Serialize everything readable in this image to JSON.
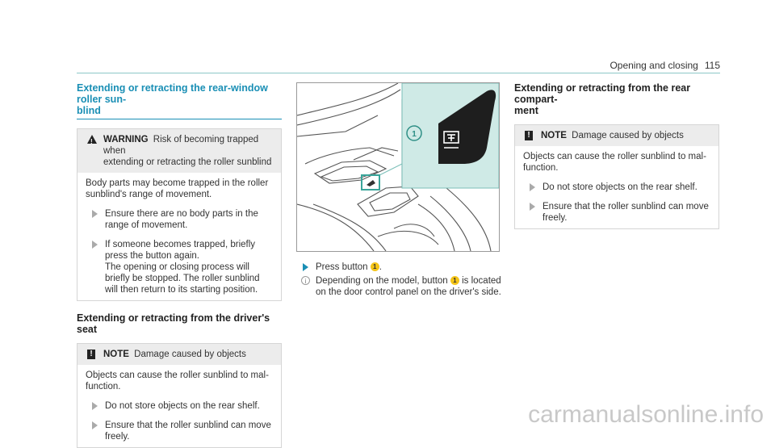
{
  "header": {
    "section": "Opening and closing",
    "page": "115"
  },
  "left": {
    "title1_line1": "Extending or retracting the rear-window roller sun-",
    "title1_line2": "blind",
    "warning": {
      "label": "WARNING",
      "text_line1": "Risk of becoming trapped when",
      "text_line2": "extending or retracting the roller sunblind",
      "body_line1": "Body parts may become trapped in the roller",
      "body_line2": "sunblind's range of movement.",
      "step1_line1": "Ensure there are no body parts in the",
      "step1_line2": "range of movement.",
      "step2_line1": "If someone becomes trapped, briefly",
      "step2_line2": "press the button again.",
      "step2_line3": "The opening or closing process will",
      "step2_line4": "briefly be stopped. The roller sunblind",
      "step2_line5": "will then return to its starting position."
    },
    "title2": "Extending or retracting from the driver's seat",
    "note": {
      "label": "NOTE",
      "text": "Damage caused by objects",
      "body_line1": "Objects can cause the roller sunblind to mal-",
      "body_line2": "function.",
      "step1": "Do not store objects on the rear shelf.",
      "step2_line1": "Ensure that the roller sunblind can move",
      "step2_line2": "freely."
    }
  },
  "middle": {
    "callout_number": "1",
    "step_text": "Press button",
    "step_suffix": ".",
    "info_line1_a": "Depending on the model, button",
    "info_line1_b": "is located",
    "info_line2": "on the door control panel on the driver's side."
  },
  "right": {
    "title_line1": "Extending or retracting from the rear compart-",
    "title_line2": "ment",
    "note": {
      "label": "NOTE",
      "text": "Damage caused by objects",
      "body_line1": "Objects can cause the roller sunblind to mal-",
      "body_line2": "function.",
      "step1": "Do not store objects on the rear shelf.",
      "step2_line1": "Ensure that the roller sunblind can move",
      "step2_line2": "freely."
    }
  },
  "watermark": "carmanualsonline.info",
  "colors": {
    "accent": "#1a8fb5",
    "callout_bg": "#cfeae6",
    "badge": "#f5c518"
  }
}
